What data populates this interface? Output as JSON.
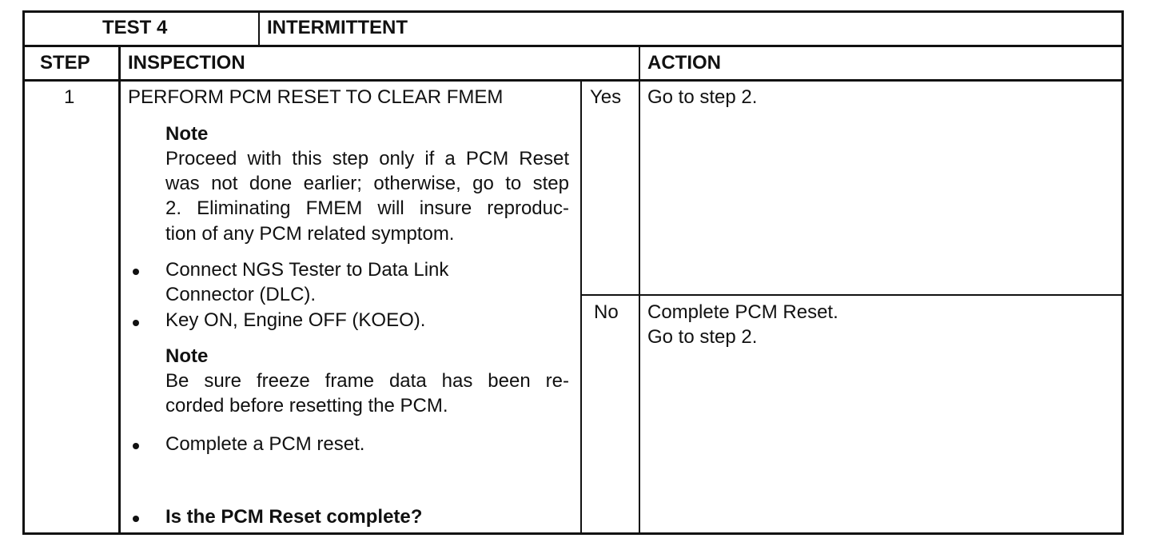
{
  "header": {
    "test_label": "TEST 4",
    "test_title": "INTERMITTENT"
  },
  "columns": {
    "step": "STEP",
    "inspection": "INSPECTION",
    "action": "ACTION"
  },
  "step1": {
    "number": "1",
    "title": "PERFORM PCM RESET TO CLEAR FMEM",
    "note1_label": "Note",
    "note1_lines": [
      "Proceed with this step only if a PCM Reset",
      "was not done earlier; otherwise, go to step",
      "2. Eliminating FMEM will insure reproduc-",
      "tion of any PCM related symptom."
    ],
    "bullet1_lines": [
      "Connect NGS Tester to Data Link",
      "Connector (DLC)."
    ],
    "bullet2": "Key ON, Engine OFF (KOEO).",
    "note2_label": "Note",
    "note2_lines": [
      "Be sure freeze frame data has been re-",
      "corded before resetting the PCM."
    ],
    "bullet3": "Complete a PCM reset.",
    "question": "Is the PCM Reset complete?",
    "yes_label": "Yes",
    "yes_action": "Go to step 2.",
    "no_label": "No",
    "no_action_lines": [
      "Complete PCM Reset.",
      "Go to step 2."
    ]
  }
}
